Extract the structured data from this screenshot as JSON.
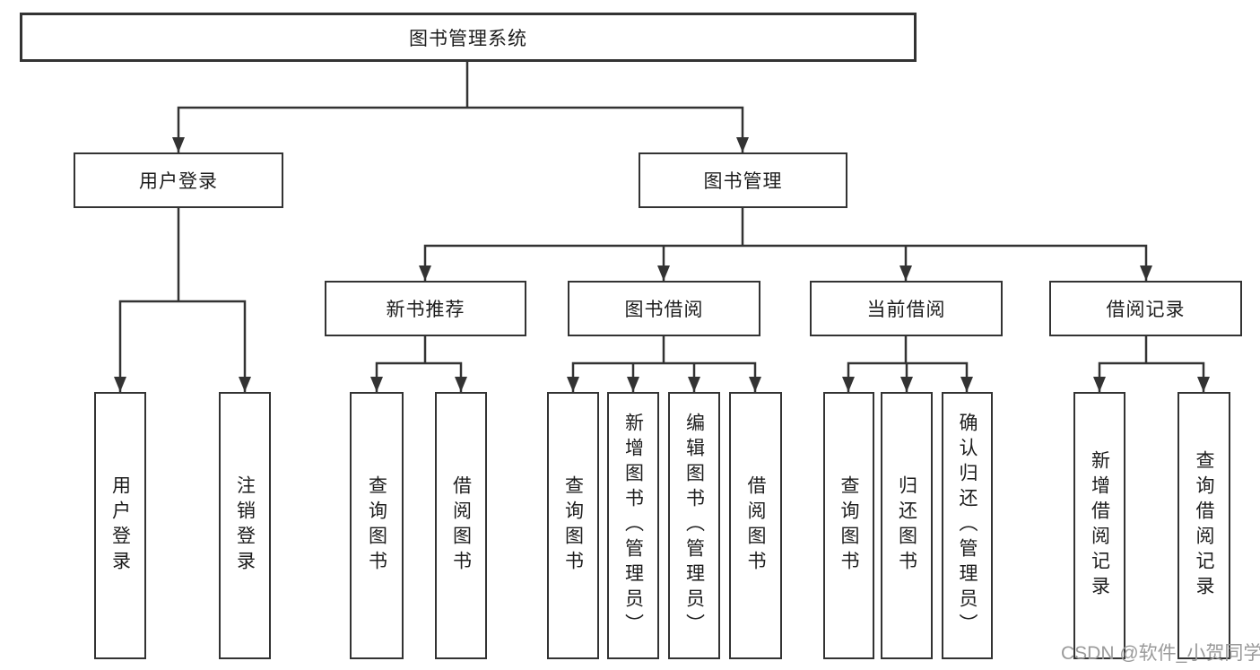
{
  "diagram": {
    "root": {
      "label": "图书管理系统"
    },
    "level2": [
      {
        "label": "用户登录"
      },
      {
        "label": "图书管理"
      }
    ],
    "level3": [
      {
        "label": "新书推荐"
      },
      {
        "label": "图书借阅"
      },
      {
        "label": "当前借阅"
      },
      {
        "label": "借阅记录"
      }
    ],
    "leaves": [
      {
        "label": "用户登录"
      },
      {
        "label": "注销登录"
      },
      {
        "label": "查询图书"
      },
      {
        "label": "借阅图书"
      },
      {
        "label": "查询图书"
      },
      {
        "label": "新增图书（管理员）"
      },
      {
        "label": "编辑图书（管理员）"
      },
      {
        "label": "借阅图书"
      },
      {
        "label": "查询图书"
      },
      {
        "label": "归还图书"
      },
      {
        "label": "确认归还（管理员）"
      },
      {
        "label": "新增借阅记录"
      },
      {
        "label": "查询借阅记录"
      }
    ]
  },
  "watermark": {
    "text": "CSDN @软件_小贺同学"
  },
  "colors": {
    "line": "#333333",
    "border": "#333333",
    "text": "#1d1d1d",
    "watermark": "#9a9a9a",
    "background": "#ffffff"
  }
}
